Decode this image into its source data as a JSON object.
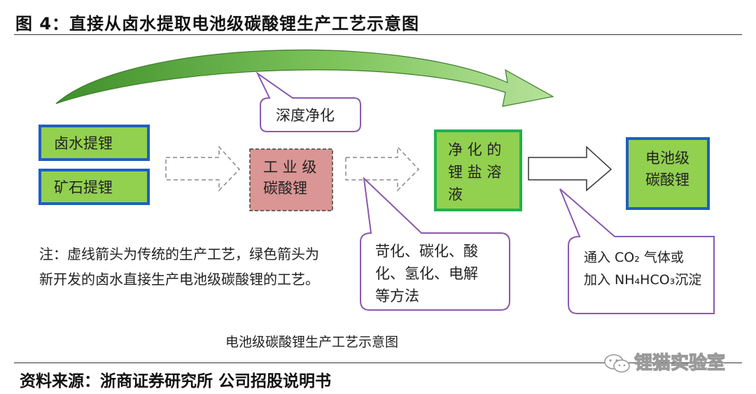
{
  "figure": {
    "title": "图 4：直接从卤水提取电池级碳酸锂生产工艺示意图",
    "caption": "电池级碳酸锂生产工艺示意图",
    "source": "资料来源：浙商证券研究所 公司招股说明书",
    "watermark": "锂猫实验室"
  },
  "nodes": {
    "brine": "卤水提锂",
    "ore": "矿石提锂",
    "industrial_line1": "工 业 级",
    "industrial_line2": "碳酸锂",
    "purified_line1": "净 化 的",
    "purified_line2": "锂 盐 溶",
    "purified_line3": "液",
    "battery_line1": "电池级",
    "battery_line2": "碳酸锂"
  },
  "callouts": {
    "deep_purify": "深度净化",
    "methods_line1": "苛化、碳化、酸",
    "methods_line2": "化、氢化、电解",
    "methods_line3": "等方法",
    "co2_line1": "通入 CO₂ 气体或",
    "co2_line2": "加入 NH₄HCO₃沉淀"
  },
  "note": "注：虚线箭头为传统的生产工艺，绿色箭头为新开发的卤水直接生产电池级碳酸锂的工艺。",
  "colors": {
    "green_fill": "#92d050",
    "green_arrow": "#5aa23a",
    "blue_border": "#1f5fbf",
    "green_border": "#22b14c",
    "industrial_fill": "#d99694",
    "callout_border": "#8a58b0"
  }
}
